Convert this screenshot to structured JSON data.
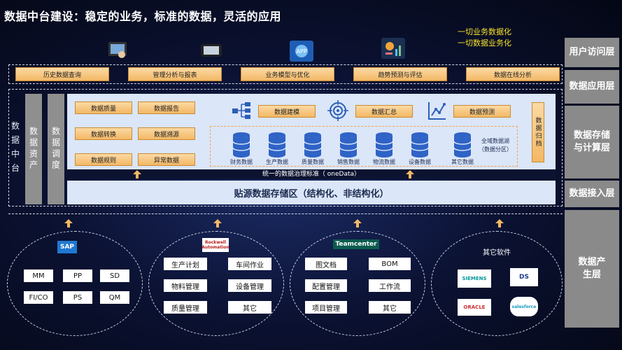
{
  "title": "数据中台建设：稳定的业务，标准的数据，灵活的应用",
  "slogans": [
    "一切业务数据化",
    "一切数据业务化"
  ],
  "layers": [
    "用户访问层",
    "数据应用层",
    "数据存储与计算层",
    "数据接入层",
    "数据产生层"
  ],
  "app_buttons": [
    "历史数据查询",
    "管理分析与报表",
    "业务模型与优化",
    "趋势预测与评估",
    "数据在线分析"
  ],
  "left_columns": [
    "数据中台",
    "数据资产",
    "数据调度"
  ],
  "tools_grid": [
    "数据质量",
    "数据报告",
    "数据转换",
    "数据溯源",
    "数据规则",
    "异常数据"
  ],
  "model_buttons": [
    "数据建模",
    "数据汇总",
    "数据预测"
  ],
  "archive": "数据归档",
  "lake_label": [
    "全域数据湖",
    "（数据分区）"
  ],
  "databases": [
    "财务数据",
    "生产数据",
    "质量数据",
    "销售数据",
    "物流数据",
    "设备数据",
    "其它数据"
  ],
  "governance": "统一的数据治理标准（ oneData）",
  "storage": "贴源数据存储区（结构化、非结构化）",
  "sap": {
    "logo": "SAP",
    "modules": [
      "MM",
      "PP",
      "SD",
      "FI/CO",
      "PS",
      "QM"
    ]
  },
  "rockwell": {
    "logo": [
      "Rockwell",
      "Automation"
    ],
    "items": [
      "生产计划",
      "车间作业",
      "物料管理",
      "设备管理",
      "质量管理",
      "其它"
    ]
  },
  "teamcenter": {
    "logo": "Teamcenter",
    "items": [
      "图文档",
      "BOM",
      "配置管理",
      "工作流",
      "项目管理",
      "其它"
    ]
  },
  "others": {
    "title": "其它软件",
    "logos": [
      "SIEMENS",
      "DS",
      "ORACLE",
      "salesforce"
    ]
  },
  "colors": {
    "accent_yellow": "#f5e12a",
    "orange": "#f3b865",
    "light_blue": "#dbe6f8",
    "gray": "#8a8a8a"
  }
}
